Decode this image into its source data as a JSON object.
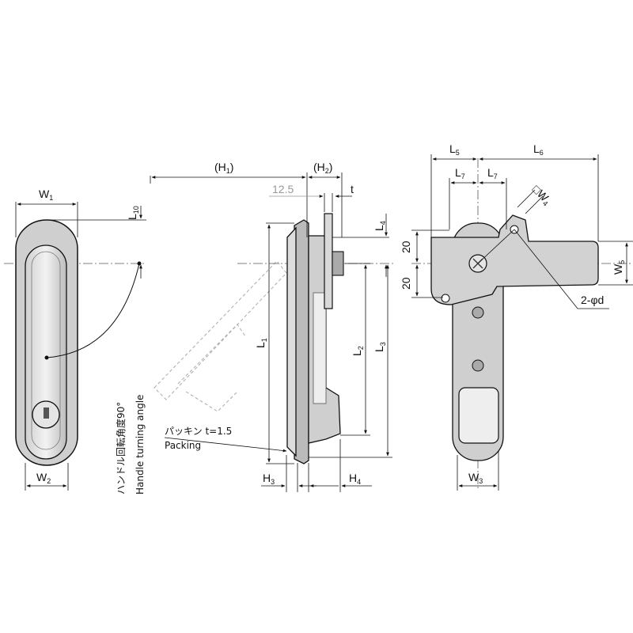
{
  "labels": {
    "W1": "W",
    "W1_sub": "1",
    "W2": "W",
    "W2_sub": "2",
    "L10": "L",
    "L10_sub": "10",
    "handle_jp": "ハンドル回転角度90°",
    "handle_en": "Handle turning angle",
    "H1": "(H",
    "H1_sub": "1",
    "H1_close": ")",
    "H2": "(H",
    "H2_sub": "2",
    "H2_close": ")",
    "dim_12_5": "12.5",
    "t": "t",
    "L4": "L",
    "L4_sub": "4",
    "L1": "L",
    "L1_sub": "1",
    "L2": "L",
    "L2_sub": "2",
    "L3": "L",
    "L3_sub": "3",
    "packing_jp": "パッキン t=1.5",
    "packing_en": "Packing",
    "H3": "H",
    "H3_sub": "3",
    "H4": "H",
    "H4_sub": "4",
    "L5": "L",
    "L5_sub": "5",
    "L6": "L",
    "L6_sub": "6",
    "L7a": "L",
    "L7a_sub": "7",
    "L7b": "L",
    "L7b_sub": "7",
    "W4": "□W",
    "W4_sub": "4",
    "dim_20a": "20",
    "dim_20b": "20",
    "W5": "W",
    "W5_sub": "5",
    "hole": "2-φd",
    "W3": "W",
    "W3_sub": "3"
  }
}
